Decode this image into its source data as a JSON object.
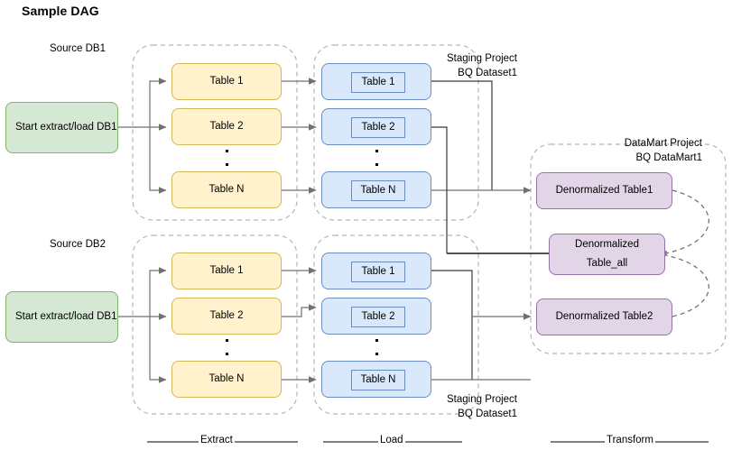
{
  "title": "Sample DAG",
  "colors": {
    "green_fill": "#d5e8d4",
    "green_border": "#82b366",
    "yellow_fill": "#fff2cc",
    "yellow_border": "#d6b656",
    "blue_fill": "#dae8fc",
    "blue_border": "#6c8ebf",
    "purple_fill": "#e1d5e7",
    "purple_border": "#9673a6",
    "edge": "#707070",
    "edge_dark": "#4d4d4d",
    "container_dashed": "#b3b3b3",
    "background": "#ffffff"
  },
  "sources": {
    "db1": {
      "group_label": "Source DB1",
      "start_node": "Start extract/load DB1"
    },
    "db2": {
      "group_label": "Source DB2",
      "start_node": "Start extract/load DB1"
    }
  },
  "extract": {
    "db1_tables": [
      "Table 1",
      "Table 2",
      "Table N"
    ],
    "db2_tables": [
      "Table 1",
      "Table 2",
      "Table N"
    ],
    "ellipsis": "▪"
  },
  "load": {
    "staging_label_top": "Staging Project\nBQ Dataset1",
    "staging_label_bottom": "Staging Project\nBQ Dataset1",
    "db1_tables": [
      "Table 1",
      "Table 2",
      "Table N"
    ],
    "db2_tables": [
      "Table 1",
      "Table 2",
      "Table N"
    ]
  },
  "transform": {
    "datamart_label": "DataMart Project\nBQ DataMart1",
    "nodes": [
      {
        "text": "Denormalized Table1",
        "lines": [
          "Denormalized Table1"
        ]
      },
      {
        "text": "Denormalized Table_all",
        "lines": [
          "Denormalized",
          "Table_all"
        ]
      },
      {
        "text": "Denormalized Table2",
        "lines": [
          "Denormalized Table2"
        ]
      }
    ]
  },
  "legend": {
    "items": [
      {
        "label": "Extract"
      },
      {
        "label": "Load"
      },
      {
        "label": "Transform"
      }
    ]
  }
}
